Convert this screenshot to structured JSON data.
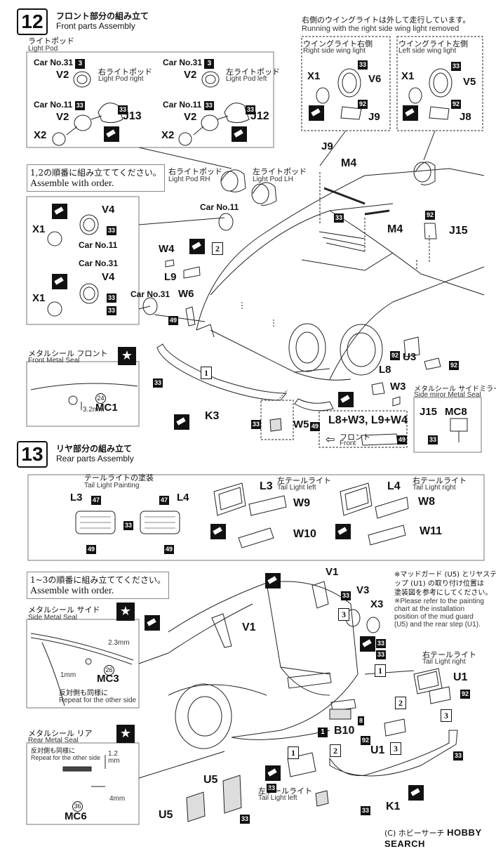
{
  "step12": {
    "number": "12",
    "title_jp": "フロント部分の組み立て",
    "title_en": "Front parts Assembly",
    "lightpod_jp": "ライトポッド",
    "lightpod_en": "Light Pod",
    "car31": "Car No.31",
    "car11": "Car No.11",
    "car31_badge": "3",
    "car11_badge": "33",
    "right_pod_jp": "右ライトポッド",
    "right_pod_en": "Light Pod right",
    "left_pod_jp": "左ライトポッド",
    "left_pod_en": "Light Pod left",
    "V2": "V2",
    "X2": "X2",
    "J13": "J13",
    "J12": "J12",
    "wing_note_jp": "右側のウイングライトは外して走行しています。",
    "wing_note_en": "Running with the right side wing light removed",
    "wing_right_jp": "ウイングライト右側",
    "wing_right_en": "Right side wing light",
    "wing_left_jp": "ウイングライト左側",
    "wing_left_en": "Left side wing light",
    "X1": "X1",
    "V6": "V6",
    "V5": "V5",
    "J9": "J9",
    "J8": "J8",
    "order_jp": "1,2の順番に組み立ててください。",
    "order_en": "Assemble with order.",
    "pod_rh_jp": "右ライトポッド",
    "pod_rh_en": "Light Pod  RH",
    "pod_lh_jp": "左ライトポッド",
    "pod_lh_en": "Light Pod  LH",
    "V4": "V4",
    "M4": "M4",
    "J15": "J15",
    "W4": "W4",
    "L9": "L9",
    "W6": "W6",
    "K3": "K3",
    "L8": "L8",
    "W3": "W3",
    "U3": "U3",
    "W5": "W5",
    "MC8": "MC8",
    "MC1": "MC1",
    "seal_front_jp": "メタルシール フロント",
    "seal_front_en": "Front Metal Seal",
    "seal_mirror_jp": "メタルシール サイドミラー",
    "seal_mirror_en": "Side miror Metal Seal",
    "dim_32": "3.2mm",
    "combo": "L8+W3, L9+W4",
    "front_jp": "フロント",
    "front_en": "Front",
    "badge33": "33",
    "badge92": "92",
    "badge49": "49",
    "badge24": "24",
    "one": "1",
    "two": "2"
  },
  "step13": {
    "number": "13",
    "title_jp": "リヤ部分の組み立て",
    "title_en": "Rear parts Assembly",
    "paint_jp": "テールライトの塗装",
    "paint_en": "Tail Light Painting",
    "L3": "L3",
    "L4": "L4",
    "badge47": "47",
    "badge49": "49",
    "badge33": "33",
    "left_tail_jp": "左テールライト",
    "left_tail_en": "Tail Light  left",
    "right_tail_jp": "右テールライト",
    "right_tail_en": "Tail Light  right",
    "W9": "W9",
    "W10": "W10",
    "W8": "W8",
    "W11": "W11",
    "order_jp": "1~3の順番に組み立ててください。",
    "order_en": "Assemble with order.",
    "note_jp1": "※マッドガード (U5) とリヤステ",
    "note_jp2": "ップ (U1) の取り付け位置は",
    "note_jp3": "塗装図を参考にしてください。",
    "note_en1": "※Please refer to the painting",
    "note_en2": "chart  at  the  installation",
    "note_en3": "position of the mud guard",
    "note_en4": "(U5) and the rear step (U1).",
    "V1": "V1",
    "V3": "V3",
    "X3": "X3",
    "U1": "U1",
    "U5": "U5",
    "B10": "B10",
    "K1": "K1",
    "MC3": "MC3",
    "MC6": "MC6",
    "seal_side_jp": "メタルシール サイド",
    "seal_side_en": "Side Metal Seal",
    "seal_rear_jp": "メタルシール リア",
    "seal_rear_en": "Rear Metal Seal",
    "repeat_jp": "反対側も同様に",
    "repeat_en": "Repeat for the other side",
    "dim_23": "2.3mm",
    "dim_1": "1mm",
    "dim_12": "1.2",
    "dim_mm": "mm",
    "dim_4": "4mm",
    "badge26": "26",
    "badge36": "36",
    "badge8": "8",
    "badge92": "92",
    "one": "1",
    "two": "2",
    "three": "3",
    "b10_badge": "1"
  },
  "watermark": {
    "jp": "(C) ホビーサーチ",
    "brand": "HOBBY SEARCH"
  }
}
